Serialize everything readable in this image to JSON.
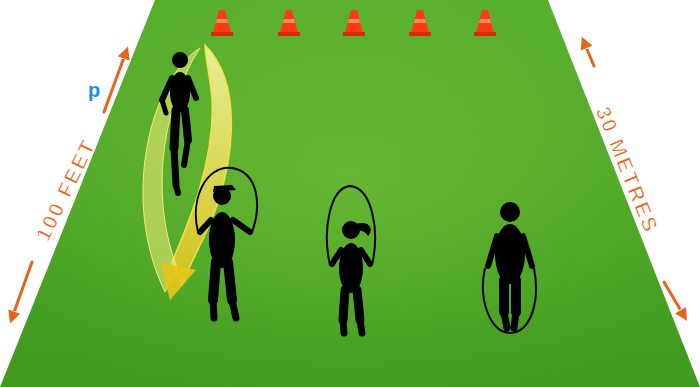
{
  "diagram": {
    "labels": [
      "100 FEET",
      "30 METRES",
      "p"
    ]
  }
}
